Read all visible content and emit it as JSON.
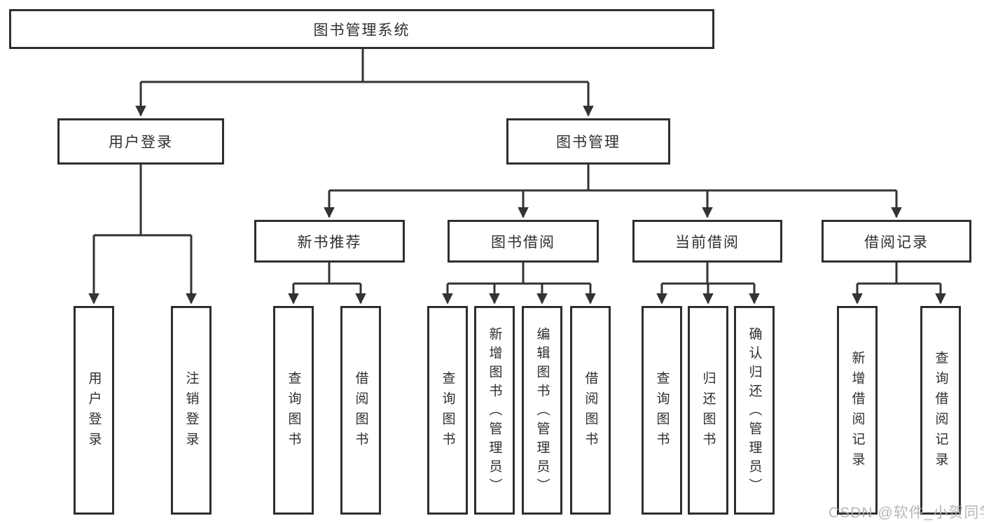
{
  "diagram": {
    "title": {
      "label": "图书管理系统"
    },
    "level2": [
      {
        "id": "user-login",
        "label": "用户登录"
      },
      {
        "id": "book-management",
        "label": "图书管理"
      }
    ],
    "level3": [
      {
        "id": "new-book-recommend",
        "label": "新书推荐",
        "parent": "图书管理"
      },
      {
        "id": "book-borrowing",
        "label": "图书借阅",
        "parent": "图书管理"
      },
      {
        "id": "current-borrowing",
        "label": "当前借阅",
        "parent": "图书管理"
      },
      {
        "id": "borrowing-records",
        "label": "借阅记录",
        "parent": "图书管理"
      }
    ],
    "leaves": [
      {
        "label": "用户登录",
        "parent": "用户登录"
      },
      {
        "label": "注销登录",
        "parent": "用户登录"
      },
      {
        "label": "查询图书",
        "parent": "新书推荐"
      },
      {
        "label": "借阅图书",
        "parent": "新书推荐"
      },
      {
        "label": "查询图书",
        "parent": "图书借阅"
      },
      {
        "label": "新增图书（管理员）",
        "parent": "图书借阅"
      },
      {
        "label": "编辑图书（管理员）",
        "parent": "图书借阅"
      },
      {
        "label": "借阅图书",
        "parent": "图书借阅"
      },
      {
        "label": "查询图书",
        "parent": "当前借阅"
      },
      {
        "label": "归还图书",
        "parent": "当前借阅"
      },
      {
        "label": "确认归还（管理员）",
        "parent": "当前借阅"
      },
      {
        "label": "新增借阅记录",
        "parent": "借阅记录"
      },
      {
        "label": "查询借阅记录",
        "parent": "借阅记录"
      }
    ],
    "watermark": "CSDN @软件_小贺同学",
    "colors": {
      "line": "#333333",
      "box_border": "#2e2e2e",
      "box_fill": "#ffffff",
      "background": "#ffffff",
      "watermark": "#b0b0b0"
    }
  }
}
